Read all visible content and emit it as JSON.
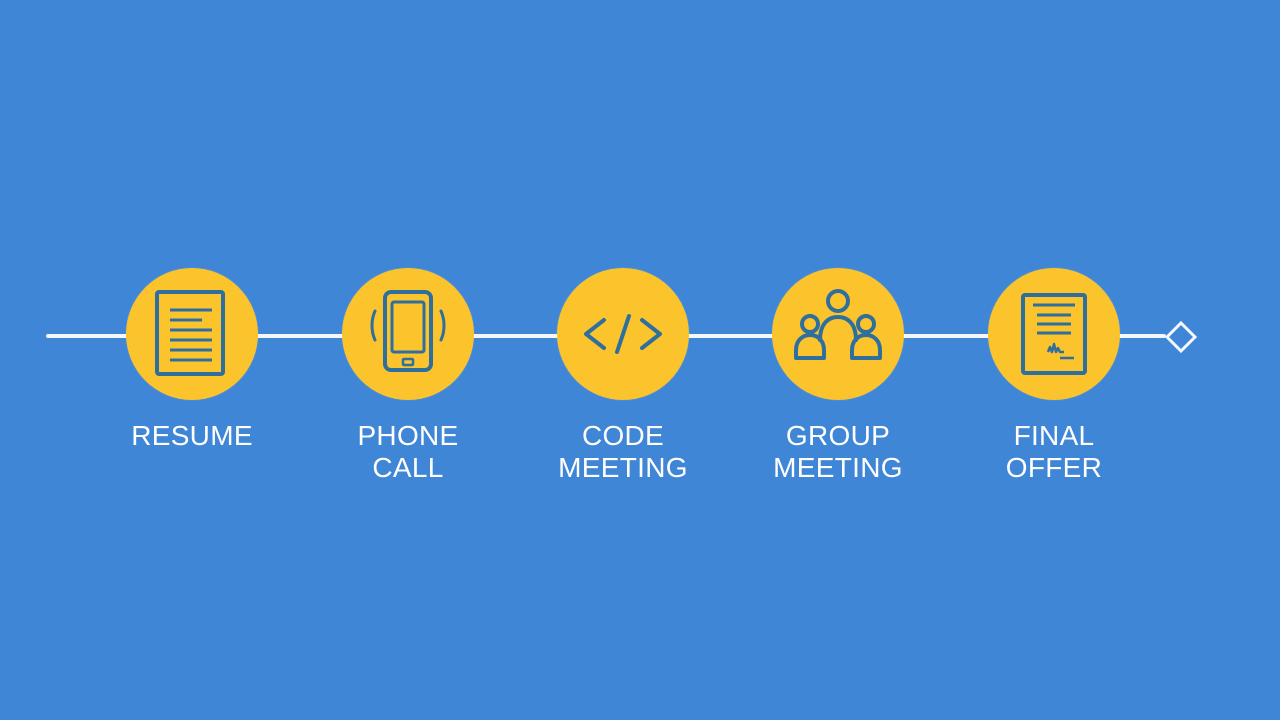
{
  "colors": {
    "background": "#3f86d6",
    "timeline": "#f4f7fb",
    "node_fill": "#fbc32c",
    "icon_stroke": "#2f6f9e",
    "label_text": "#ffffff"
  },
  "steps": [
    {
      "icon": "document-icon",
      "label_lines": [
        "RESUME"
      ]
    },
    {
      "icon": "smartphone-icon",
      "label_lines": [
        "PHONE",
        "CALL"
      ]
    },
    {
      "icon": "code-icon",
      "label_lines": [
        "CODE",
        "MEETING"
      ]
    },
    {
      "icon": "group-icon",
      "label_lines": [
        "GROUP",
        "MEETING"
      ]
    },
    {
      "icon": "offer-letter-icon",
      "label_lines": [
        "FINAL",
        "OFFER"
      ]
    }
  ],
  "end_marker": {
    "icon": "diamond-icon"
  }
}
